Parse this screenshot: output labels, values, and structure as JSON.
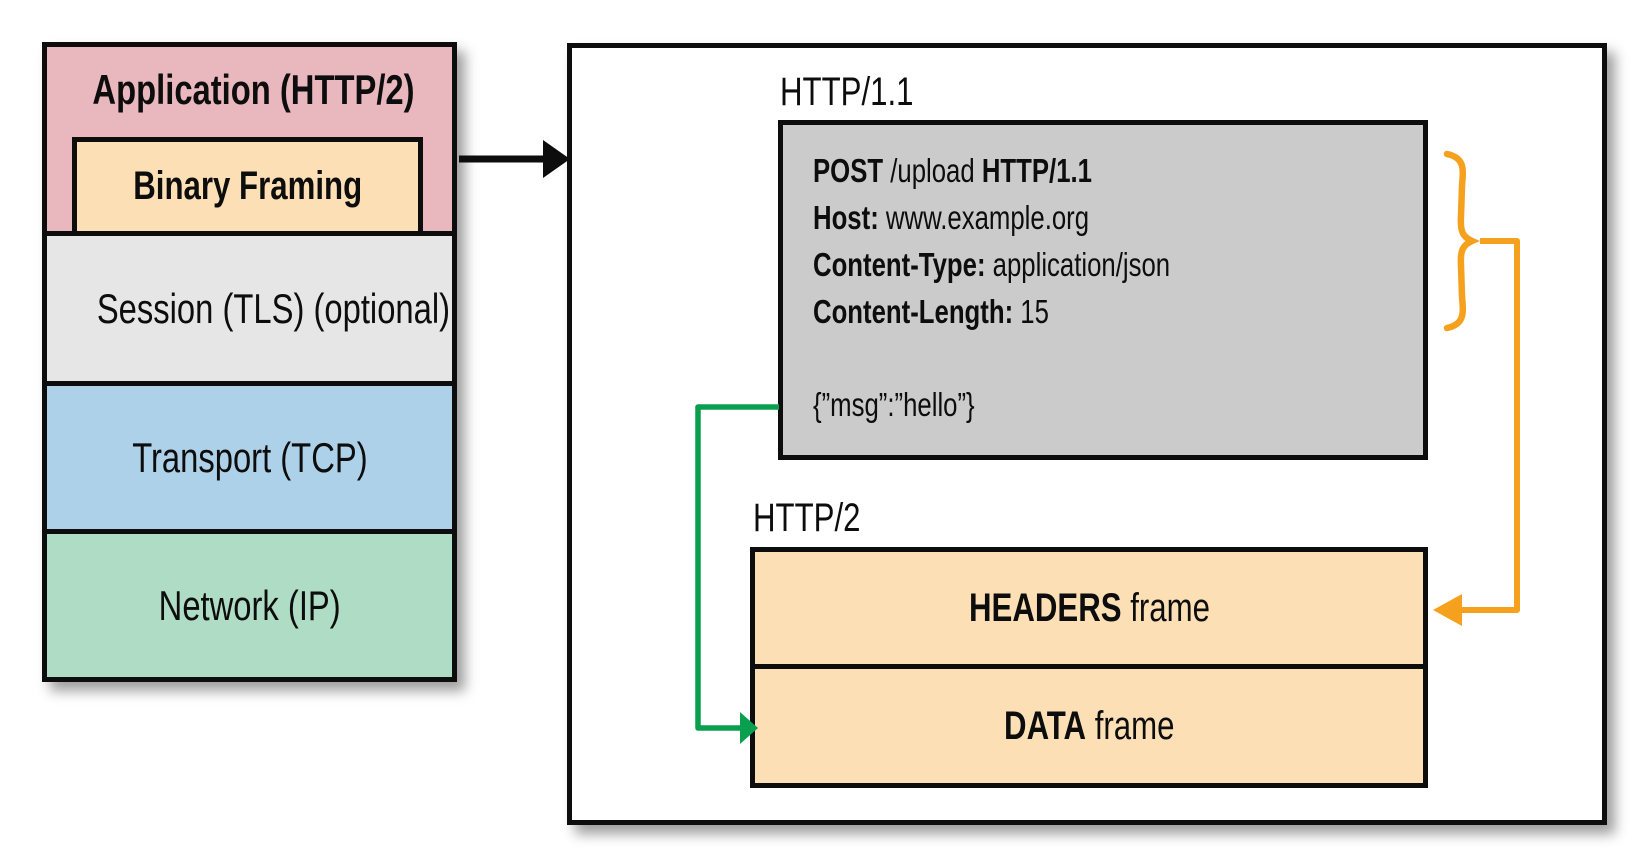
{
  "stack": {
    "layers": [
      {
        "id": "application",
        "label": "Application (HTTP/2)"
      },
      {
        "id": "binary-framing",
        "label": "Binary Framing"
      },
      {
        "id": "session",
        "label": "Session (TLS) (optional)"
      },
      {
        "id": "transport",
        "label": "Transport (TCP)"
      },
      {
        "id": "network",
        "label": "Network (IP)"
      }
    ]
  },
  "panel": {
    "http11_label": "HTTP/1.1",
    "http2_label": "HTTP/2",
    "request": {
      "line1": {
        "method": "POST",
        "path": " /upload ",
        "version": "HTTP/1.1"
      },
      "line2": {
        "key": "Host:",
        "value": " www.example.org"
      },
      "line3": {
        "key": "Content-Type:",
        "value": " application/json"
      },
      "line4": {
        "key": "Content-Length:",
        "value": " 15"
      },
      "body": "{”msg”:”hello”}"
    },
    "frames": [
      {
        "name": "HEADERS",
        "suffix": " frame"
      },
      {
        "name": "DATA",
        "suffix": " frame"
      }
    ]
  },
  "colors": {
    "layer_application": "#e9b7be",
    "layer_binary_framing": "#fddfb5",
    "layer_session": "#e6e6e6",
    "layer_transport": "#add1e9",
    "layer_network": "#afdcc4",
    "request_box": "#cbcbcb",
    "frame_fill": "#fddfb5",
    "arrow_orange": "#f6a11e",
    "arrow_green": "#0a9f4f",
    "line_black": "#0d0d0d"
  }
}
